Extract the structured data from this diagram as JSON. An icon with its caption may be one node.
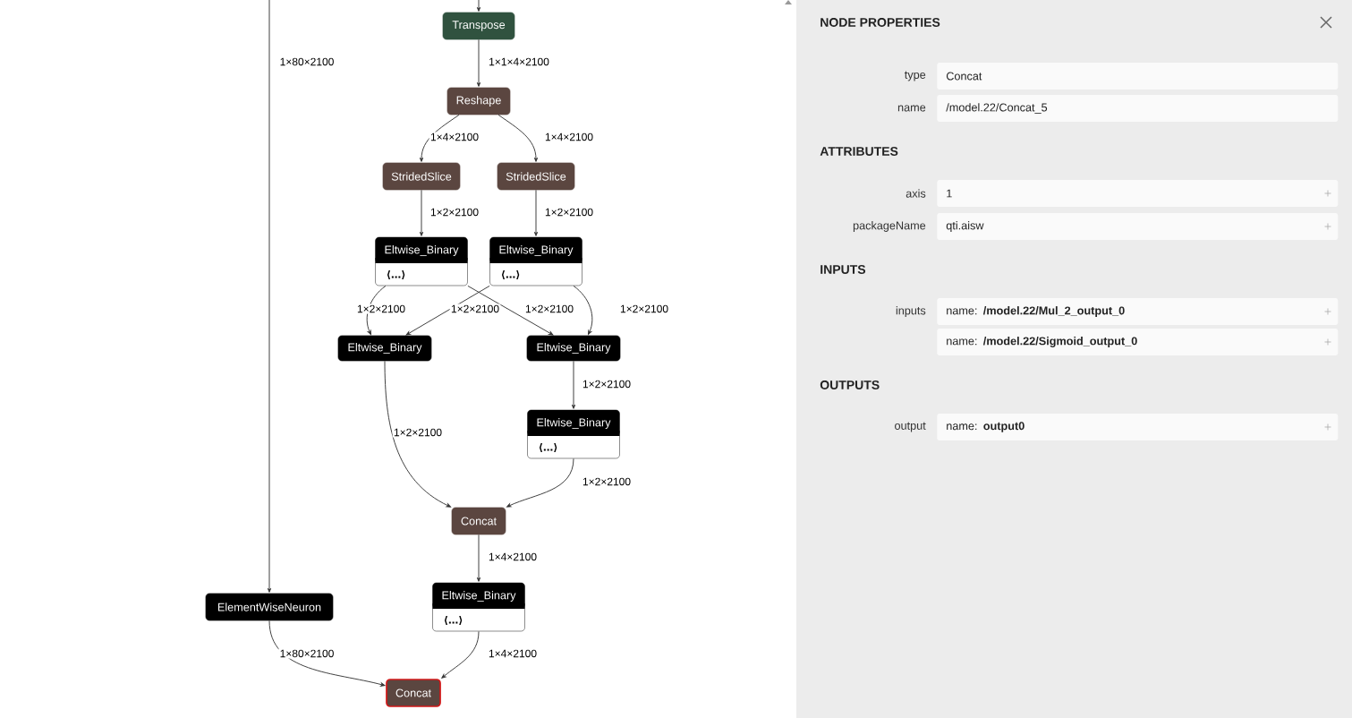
{
  "diagram": {
    "nodes": [
      {
        "text": [
          "Transpose"
        ]
      },
      {
        "text": [
          "Reshape"
        ]
      },
      {
        "text": [
          "StridedSlice"
        ]
      },
      {
        "text": [
          "StridedSlice"
        ]
      },
      {
        "text": [
          "Eltwise_Binary",
          "⟨…⟩"
        ]
      },
      {
        "text": [
          "Eltwise_Binary",
          "⟨…⟩"
        ]
      },
      {
        "text": [
          "Eltwise_Binary"
        ]
      },
      {
        "text": [
          "Eltwise_Binary"
        ]
      },
      {
        "text": [
          "Eltwise_Binary",
          "⟨…⟩"
        ]
      },
      {
        "text": [
          "Concat"
        ]
      },
      {
        "text": [
          "Eltwise_Binary",
          "⟨…⟩"
        ]
      },
      {
        "text": [
          "ElementWiseNeuron"
        ]
      },
      {
        "text": [
          "Concat"
        ]
      }
    ],
    "edges": [
      {
        "from": null,
        "to": 0,
        "arrow": "to"
      },
      {
        "from": null,
        "to": 11,
        "arrow": "to",
        "label": "1×80×2100"
      },
      {
        "from": 0,
        "to": 1,
        "arrow": "to",
        "label": "1×1×4×2100"
      },
      {
        "from": 1,
        "to": 2,
        "arrow": "to",
        "label": "1×4×2100"
      },
      {
        "from": 1,
        "to": 3,
        "arrow": "to",
        "label": "1×4×2100"
      },
      {
        "from": 2,
        "to": 4,
        "arrow": "to",
        "label": "1×2×2100"
      },
      {
        "from": 3,
        "to": 5,
        "arrow": "to",
        "label": "1×2×2100"
      },
      {
        "from": 4,
        "to": 6,
        "arrow": "to",
        "label": "1×2×2100"
      },
      {
        "from": 4,
        "to": 7,
        "arrow": "to",
        "label": "1×2×2100"
      },
      {
        "from": 5,
        "to": 6,
        "arrow": "to",
        "label": "1×2×2100"
      },
      {
        "from": 5,
        "to": 7,
        "arrow": "to",
        "label": "1×2×2100"
      },
      {
        "from": 6,
        "to": 9,
        "arrow": "to",
        "label": "1×2×2100"
      },
      {
        "from": 7,
        "to": 8,
        "arrow": "to",
        "label": "1×2×2100"
      },
      {
        "from": 8,
        "to": 9,
        "arrow": "to",
        "label": "1×2×2100"
      },
      {
        "from": 9,
        "to": 10,
        "arrow": "to",
        "label": "1×4×2100"
      },
      {
        "from": 10,
        "to": 12,
        "arrow": "to",
        "label": "1×4×2100"
      },
      {
        "from": 11,
        "to": 12,
        "arrow": "to",
        "label": "1×80×2100"
      }
    ],
    "labels": [
      "NODE PROPERTIES",
      "type",
      "Concat",
      "name",
      "/model.22/Concat_5",
      "ATTRIBUTES",
      "axis",
      "1",
      "packageName",
      "qti.aisw",
      "INPUTS",
      "inputs",
      "name: **/model.22/Mul_2_output_0**",
      "name: **/model.22/Sigmoid_output_0**",
      "OUTPUTS",
      "output",
      "name: **output0**"
    ]
  }
}
